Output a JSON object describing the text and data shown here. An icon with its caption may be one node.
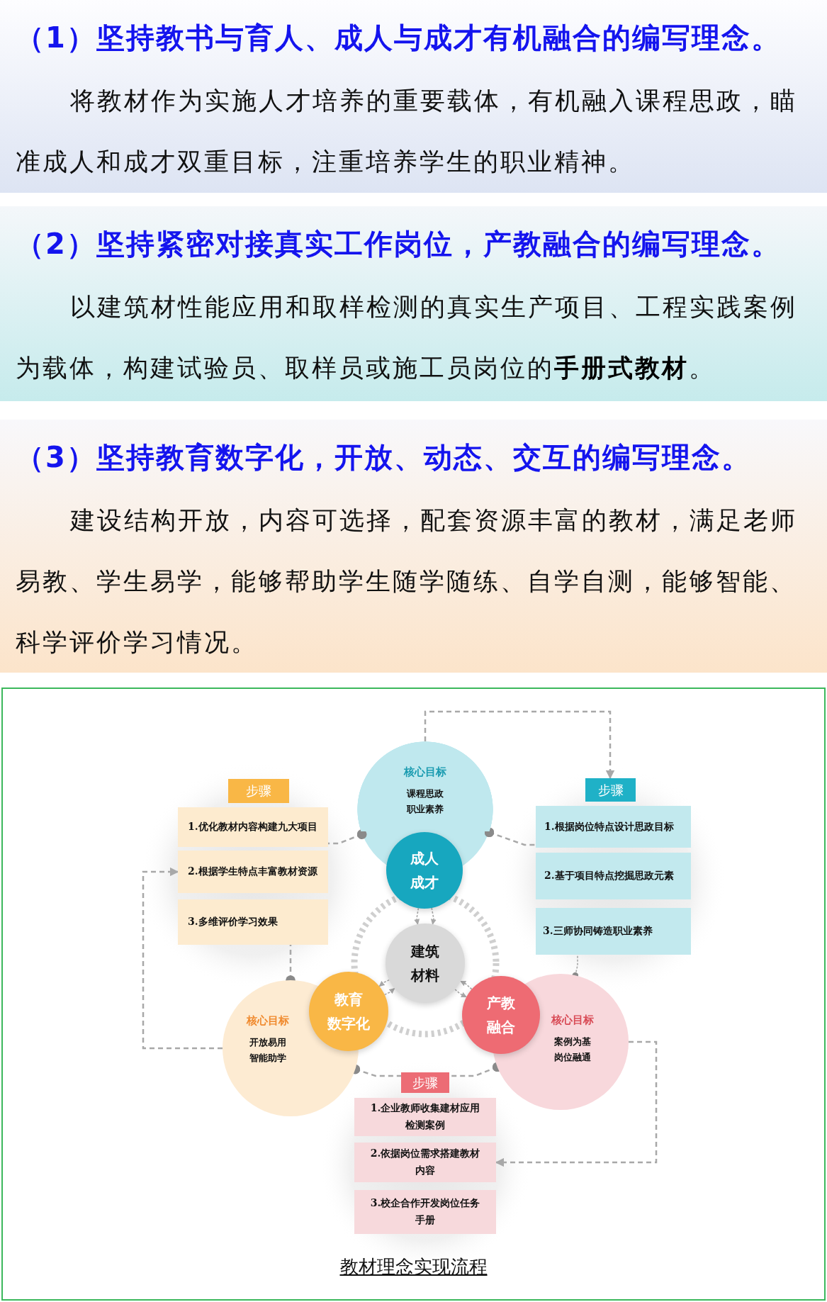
{
  "diagram": {
    "caption": "教材理念实现流程",
    "nodes": [
      {
        "text": [
          "（1）坚持教书与育人、成人与成才有机融合的编写理念。",
          "将教材作为实施人才培养的重要载体，有机融入课程思政，瞄准成人和成才双重目标，注重培养学生的职业精神。"
        ]
      },
      {
        "text": [
          "（2）坚持紧密对接真实工作岗位，产教融合的编写理念。",
          "以建筑材性能应用和取样检测的真实生产项目、工程实践案例为载体，构建试验员、取样员或施工员岗位的**手册式教材**。"
        ]
      },
      {
        "text": [
          "（3）坚持教育数字化，开放、动态、交互的编写理念。",
          "建设结构开放，内容可选择，配套资源丰富的教材，满足老师易教、学生易学，能够帮助学生随学随练、自学自测，能够智能、科学评价学习情况。"
        ]
      },
      {
        "text": [
          "核心目标",
          "课程思政职业素养"
        ]
      },
      {
        "text": [
          "步骤"
        ]
      },
      {
        "text": [
          "1.优化教材内容构建九大项目"
        ]
      },
      {
        "text": [
          "2.根据学生特点丰富教材资源"
        ]
      },
      {
        "text": [
          "3.多维评价学习效果"
        ]
      },
      {
        "text": [
          "步骤"
        ]
      },
      {
        "text": [
          "1.根据岗位特点设计思政目标"
        ]
      },
      {
        "text": [
          "2.基于项目特点挖掘思政元素"
        ]
      },
      {
        "text": [
          "3.三师协同铸造职业素养"
        ]
      },
      {
        "text": [
          "成人成才"
        ]
      },
      {
        "text": [
          "建筑材料"
        ]
      },
      {
        "text": [
          "核心目标",
          "开放易用智能助学"
        ]
      },
      {
        "text": [
          "教育数字化"
        ]
      },
      {
        "text": [
          "产教融合"
        ]
      },
      {
        "text": [
          "核心目标",
          "案例为基岗位融通"
        ]
      },
      {
        "text": [
          "步骤"
        ]
      },
      {
        "text": [
          "1.企业教师收集建材应用检测案例"
        ]
      },
      {
        "text": [
          "2.依据岗位需求搭建教材内容"
        ]
      },
      {
        "text": [
          "3.校企合作开发岗位任务手册"
        ]
      }
    ],
    "edges": [
      {
        "from": 3,
        "to": 8,
        "arrow": "to",
        "style": "dashed"
      },
      {
        "from": 3,
        "to": 5,
        "arrow": "other",
        "style": "dashed"
      },
      {
        "from": 3,
        "to": 9,
        "arrow": "other",
        "style": "dashed"
      },
      {
        "from": 14,
        "to": 7,
        "arrow": "other",
        "style": "dashed"
      },
      {
        "from": 17,
        "to": 11,
        "arrow": "other",
        "style": "dashed"
      },
      {
        "from": 14,
        "to": 18,
        "arrow": "other",
        "style": "dashed"
      },
      {
        "from": 17,
        "to": 18,
        "arrow": "other",
        "style": "dashed"
      },
      {
        "from": 14,
        "to": 6,
        "arrow": "to",
        "style": "dashed"
      },
      {
        "from": 17,
        "to": 20,
        "arrow": "to",
        "style": "dashed"
      },
      {
        "from": 12,
        "to": 13,
        "arrow": "to",
        "style": "dashed"
      },
      {
        "from": 12,
        "to": 13,
        "arrow": "to",
        "style": "dashed"
      },
      {
        "from": 15,
        "to": 13,
        "arrow": "to",
        "style": "dashed"
      },
      {
        "from": 13,
        "to": 15,
        "arrow": "to",
        "style": "dashed"
      },
      {
        "from": 16,
        "to": 13,
        "arrow": "to",
        "style": "dashed"
      },
      {
        "from": 13,
        "to": 16,
        "arrow": "to",
        "style": "dashed"
      }
    ]
  }
}
